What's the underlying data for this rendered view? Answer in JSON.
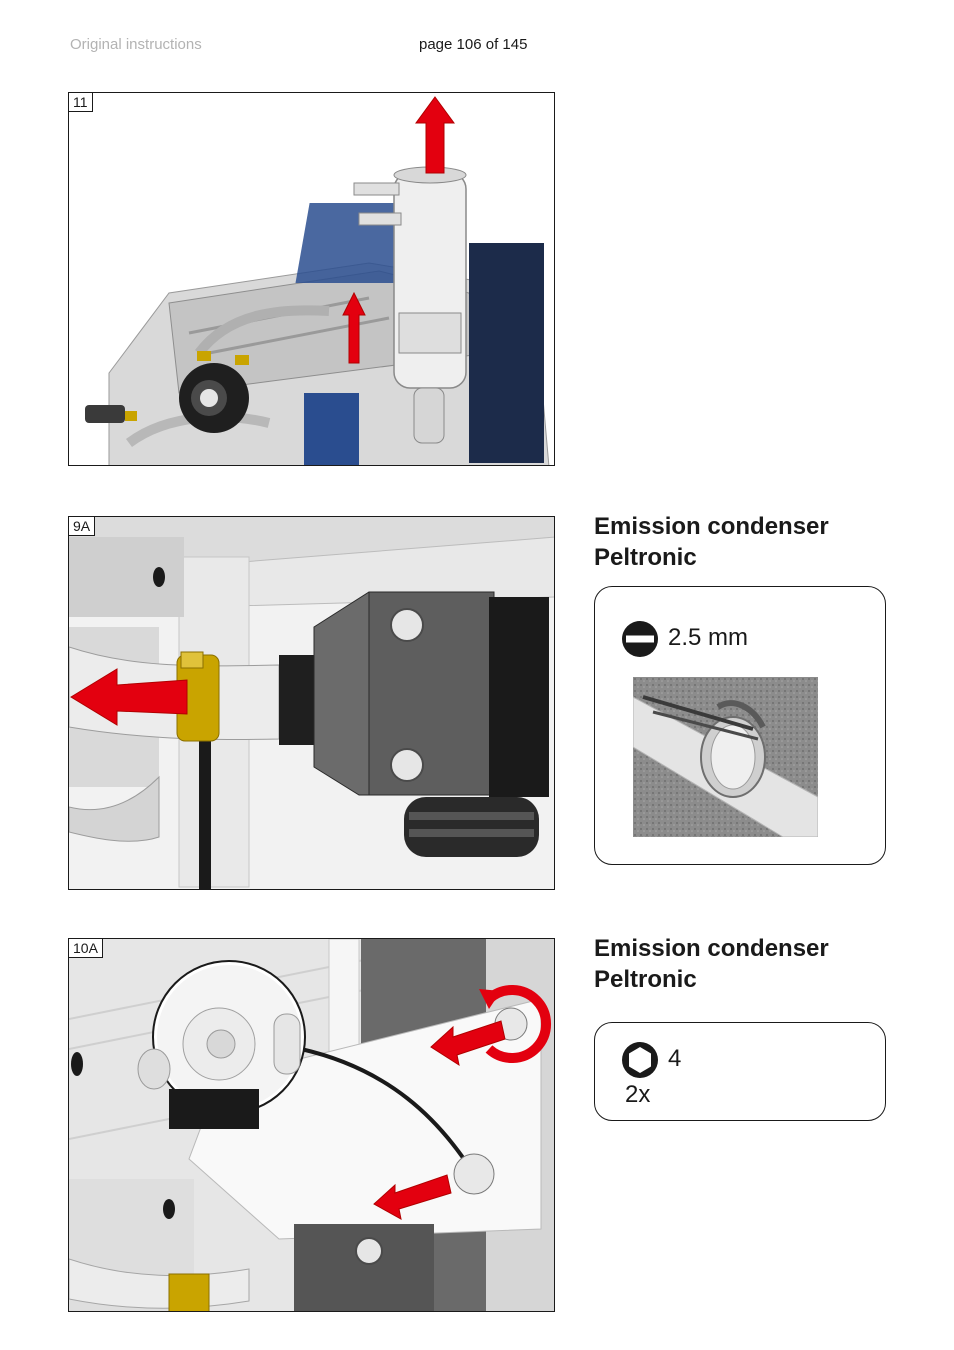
{
  "header": {
    "left_text": "Original instructions",
    "page_label": "page 106 of 145"
  },
  "figures": [
    {
      "tag": "11"
    },
    {
      "tag": "9A"
    },
    {
      "tag": "10A"
    }
  ],
  "steps": [
    {
      "title_line1": "Emission condenser",
      "title_line2": "Peltronic",
      "tool": {
        "icon": "slotted-screwdriver-icon",
        "size": "2.5 mm"
      }
    },
    {
      "title_line1": "Emission condenser",
      "title_line2": "Peltronic",
      "tool": {
        "icon": "hex-key-icon",
        "size": "4",
        "quantity": "2x"
      }
    }
  ],
  "colors": {
    "arrow_red": "#e3000f",
    "clamp_gold": "#c9a400",
    "frame_blue": "#2a4d8f"
  }
}
